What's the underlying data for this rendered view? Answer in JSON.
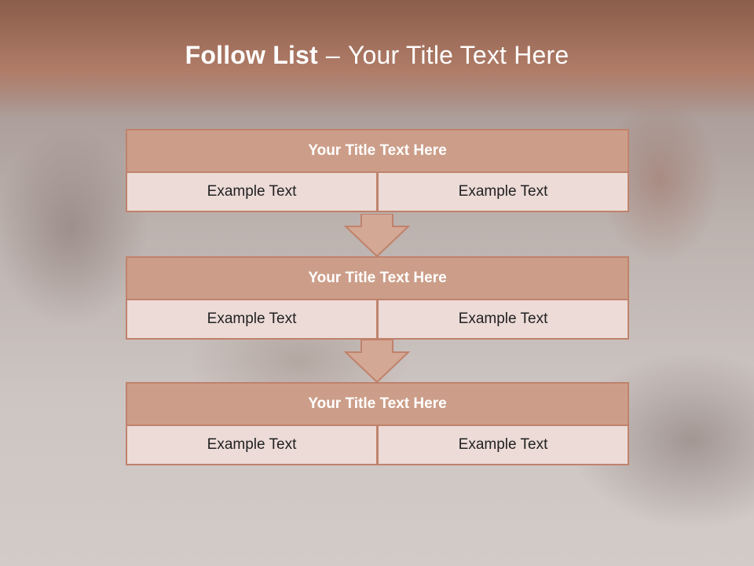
{
  "slide": {
    "title_bold": "Follow List",
    "title_sep": "–",
    "title_rest": "Your Title Text Here"
  },
  "blocks": [
    {
      "title": "Your Title Text Here",
      "left": "Example Text",
      "right": "Example Text"
    },
    {
      "title": "Your Title Text Here",
      "left": "Example Text",
      "right": "Example Text"
    },
    {
      "title": "Your Title Text Here",
      "left": "Example Text",
      "right": "Example Text"
    }
  ],
  "colors": {
    "header_band": "#b07c68",
    "block_title_fill": "#cc9e89",
    "block_cell_fill": "#ecdbd7",
    "border": "#c0826c",
    "arrow_fill": "#d3a894"
  },
  "icons": {
    "connector": "down-arrow-icon"
  }
}
